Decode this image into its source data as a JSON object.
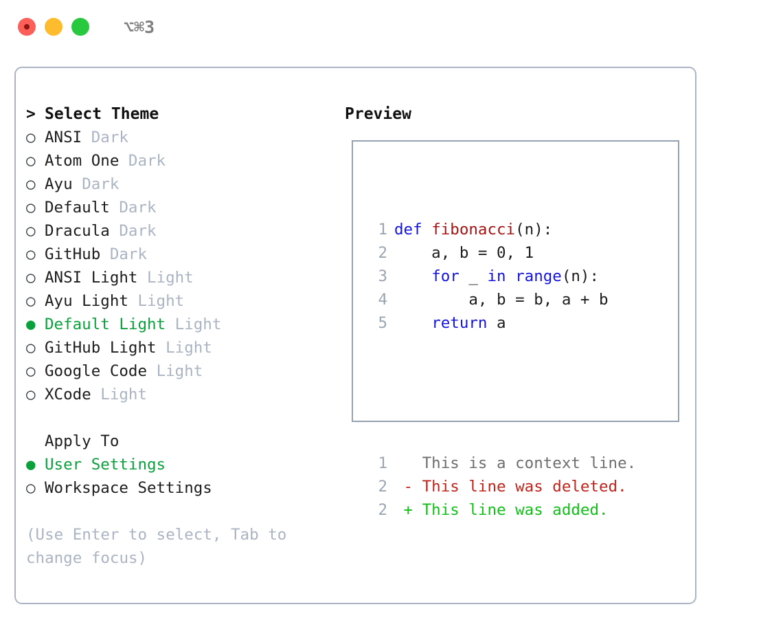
{
  "titlebar": {
    "lights": [
      {
        "name": "close-button",
        "color": "#fb5f57"
      },
      {
        "name": "minimize-button",
        "color": "#fdbc2e"
      },
      {
        "name": "maximize-button",
        "color": "#28c83f"
      }
    ],
    "shortcut": "⌥⌘3"
  },
  "theme_picker": {
    "heading_marker": ">",
    "heading": "Select Theme",
    "marker_selected": "●",
    "marker_unselected": "○",
    "items": [
      {
        "label": "ANSI",
        "tag": "Dark",
        "selected": false
      },
      {
        "label": "Atom One",
        "tag": "Dark",
        "selected": false
      },
      {
        "label": "Ayu",
        "tag": "Dark",
        "selected": false
      },
      {
        "label": "Default",
        "tag": "Dark",
        "selected": false
      },
      {
        "label": "Dracula",
        "tag": "Dark",
        "selected": false
      },
      {
        "label": "GitHub",
        "tag": "Dark",
        "selected": false
      },
      {
        "label": "ANSI Light",
        "tag": "Light",
        "selected": false
      },
      {
        "label": "Ayu Light",
        "tag": "Light",
        "selected": false
      },
      {
        "label": "Default Light",
        "tag": "Light",
        "selected": true
      },
      {
        "label": "GitHub Light",
        "tag": "Light",
        "selected": false
      },
      {
        "label": "Google Code",
        "tag": "Light",
        "selected": false
      },
      {
        "label": "XCode",
        "tag": "Light",
        "selected": false
      }
    ]
  },
  "apply_to": {
    "heading": "Apply To",
    "items": [
      {
        "label": "User Settings",
        "selected": true
      },
      {
        "label": "Workspace Settings",
        "selected": false
      }
    ]
  },
  "hint": "(Use Enter to select, Tab to change focus)",
  "preview": {
    "title": "Preview",
    "code_lines": [
      {
        "no": "1",
        "tokens": [
          {
            "t": "def ",
            "c": "kw"
          },
          {
            "t": "fibonacci",
            "c": "fn"
          },
          {
            "t": "(n):",
            "c": "plain"
          }
        ]
      },
      {
        "no": "2",
        "tokens": [
          {
            "t": "    a, b = 0, 1",
            "c": "plain"
          }
        ]
      },
      {
        "no": "3",
        "tokens": [
          {
            "t": "    ",
            "c": "plain"
          },
          {
            "t": "for",
            "c": "kw"
          },
          {
            "t": " _ ",
            "c": "plain"
          },
          {
            "t": "in",
            "c": "kw"
          },
          {
            "t": " ",
            "c": "plain"
          },
          {
            "t": "range",
            "c": "kw"
          },
          {
            "t": "(n):",
            "c": "plain"
          }
        ]
      },
      {
        "no": "4",
        "tokens": [
          {
            "t": "        a, b = b, a + b",
            "c": "plain"
          }
        ]
      },
      {
        "no": "5",
        "tokens": [
          {
            "t": "    ",
            "c": "plain"
          },
          {
            "t": "return",
            "c": "kw"
          },
          {
            "t": " a",
            "c": "plain"
          }
        ]
      }
    ],
    "diff_lines": [
      {
        "no": "1",
        "marker": " ",
        "text": "This is a context line.",
        "kind": "ctx"
      },
      {
        "no": "2",
        "marker": "-",
        "text": "This line was deleted.",
        "kind": "del"
      },
      {
        "no": "2",
        "marker": "+",
        "text": "This line was added.",
        "kind": "add"
      }
    ]
  },
  "colors": {
    "selected_green": "#0aa03c",
    "tag_gray": "#aab4c2",
    "keyword_blue": "#1414e0",
    "function_red": "#a31515",
    "diff_add": "#10c017",
    "diff_del": "#c0241b",
    "border": "#aab4c2"
  }
}
